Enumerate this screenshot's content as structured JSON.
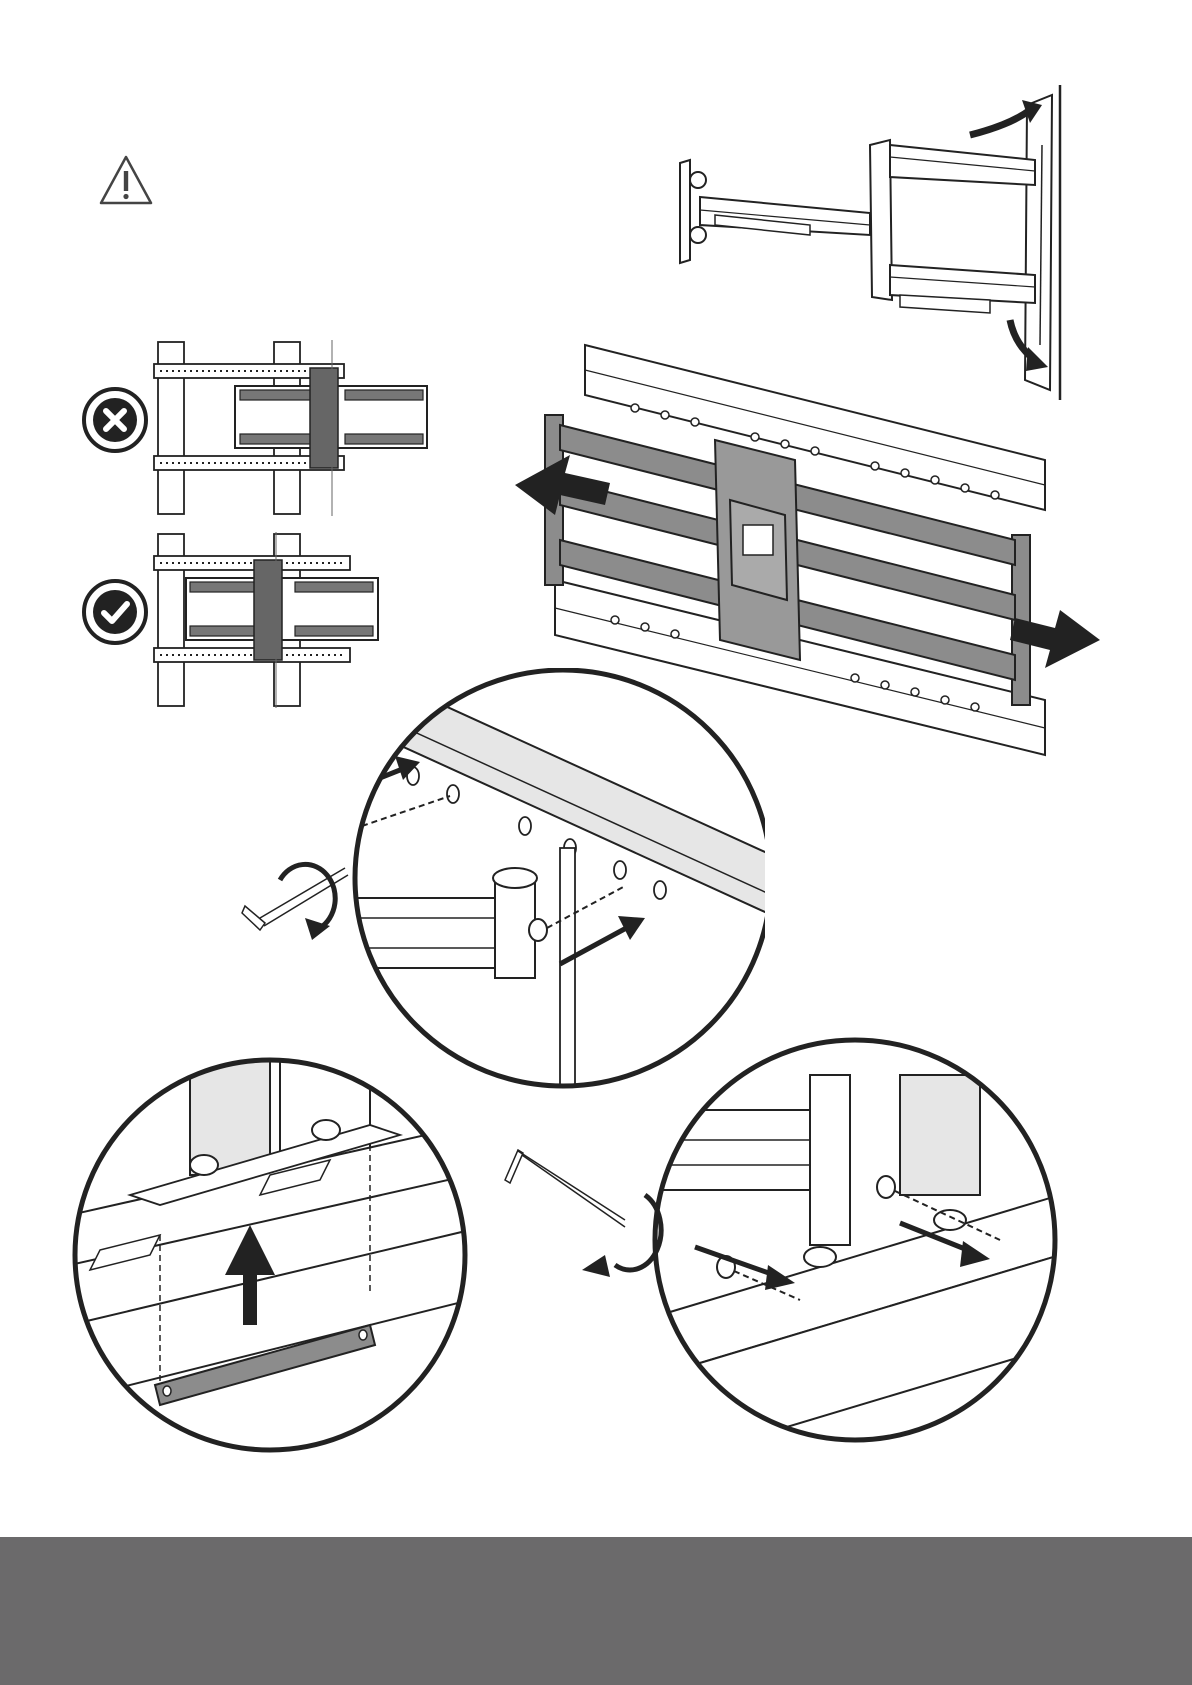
{
  "page": {
    "background": "#ffffff",
    "footer_color": "#6b6a6b",
    "line_color": "#222222",
    "part_fill": "#8c8c8c",
    "zoom_fill": "#e6e6e6"
  },
  "icons": {
    "warning": "warning-triangle-icon",
    "incorrect": "cross-circle-icon",
    "correct": "check-circle-icon"
  },
  "illustrations": [
    "arm-swivel-top-view",
    "incorrect-centering-example",
    "correct-centering-example",
    "mount-plate-slide-arrows",
    "zoom-upper-screws",
    "zoom-lower-bracket",
    "zoom-lower-screws"
  ]
}
